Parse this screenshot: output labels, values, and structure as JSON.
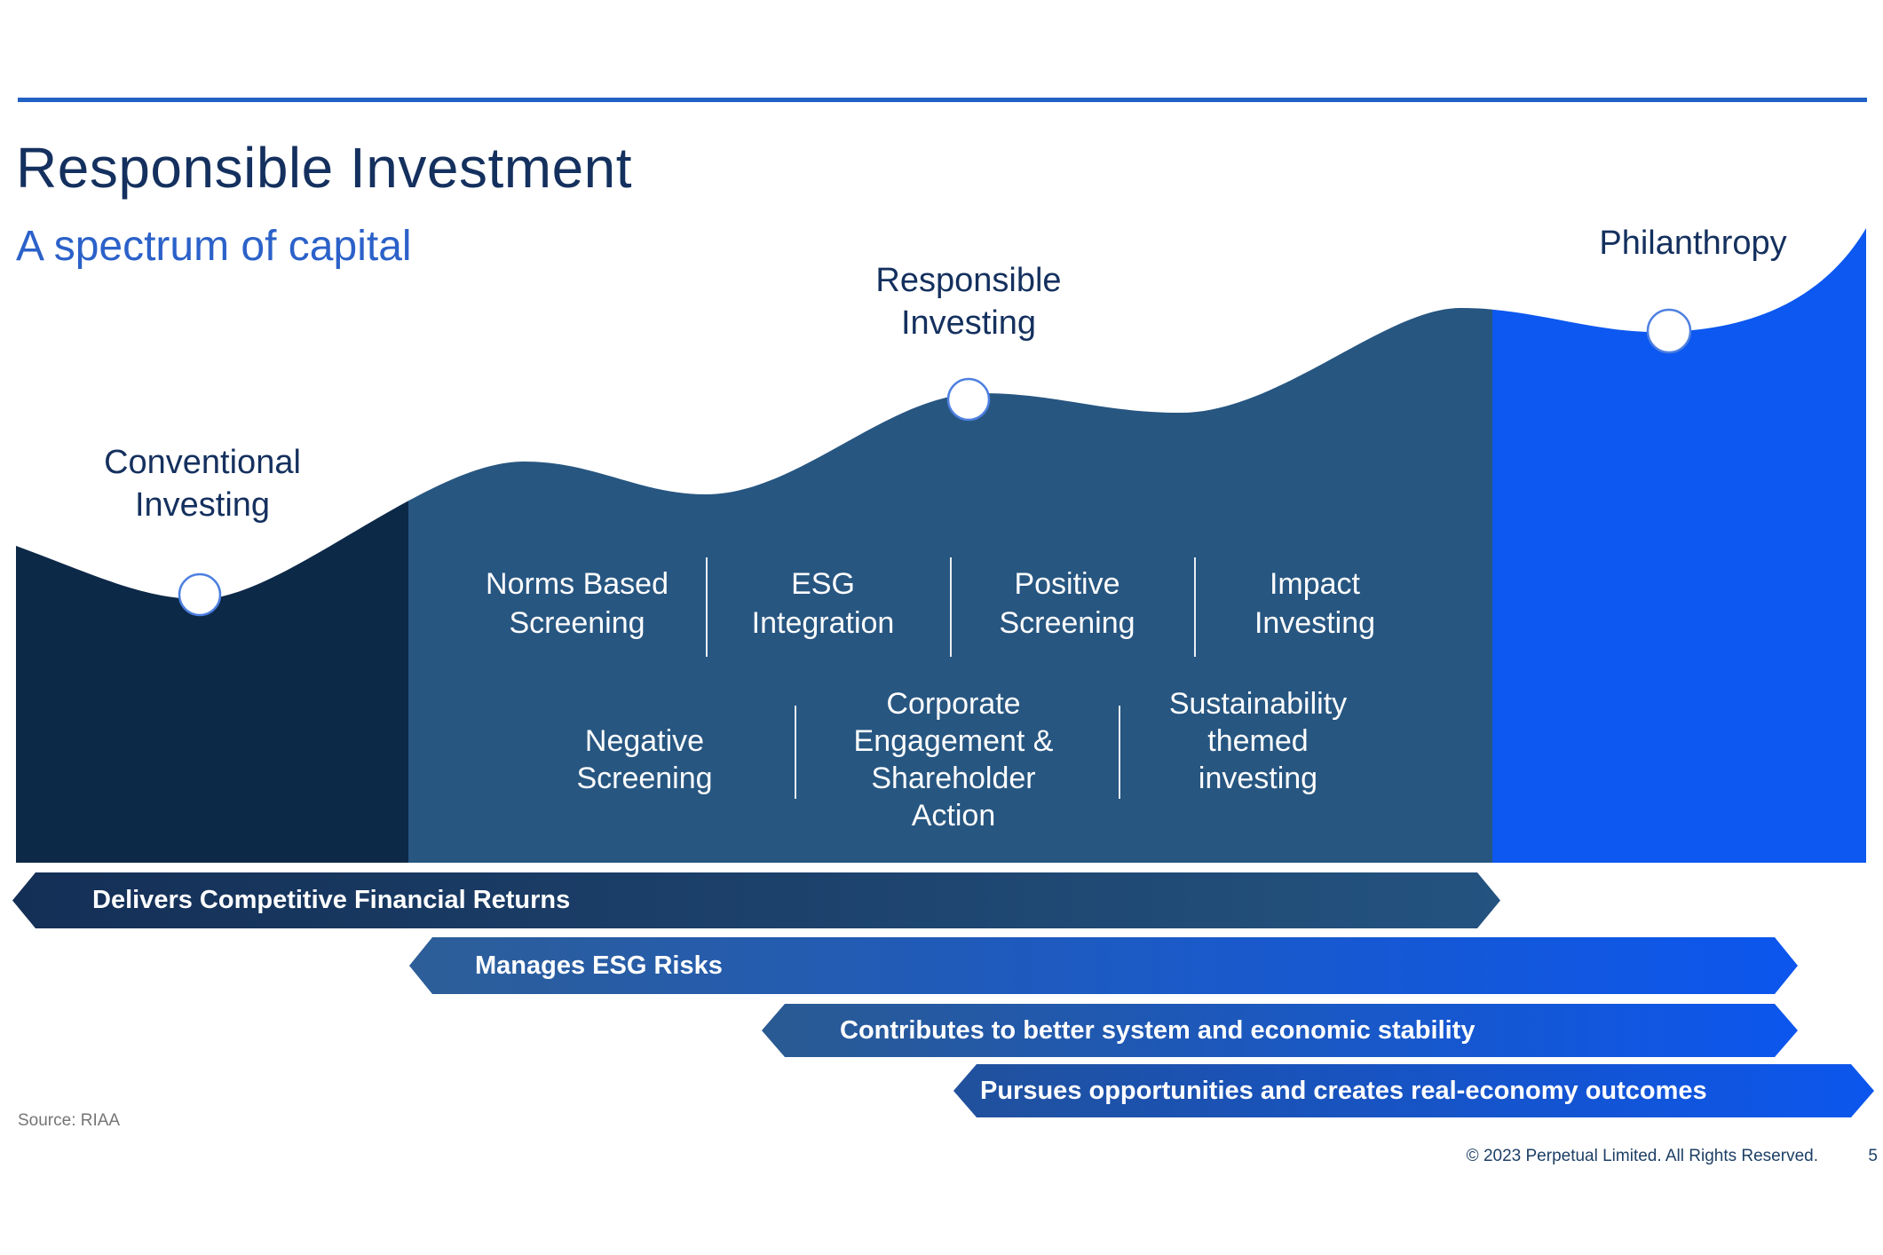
{
  "slide": {
    "title": "Responsible Investment",
    "subtitle": "A spectrum of capital",
    "sections": {
      "conventional": "Conventional Investing",
      "responsible": "Responsible Investing",
      "philanthropy": "Philanthropy"
    },
    "categories_row1": [
      "Norms Based Screening",
      "ESG Integration",
      "Positive Screening",
      "Impact Investing"
    ],
    "categories_row2": [
      "Negative Screening",
      "Corporate Engagement & Shareholder Action",
      "Sustainability themed investing"
    ],
    "banners": [
      "Delivers Competitive Financial Returns",
      "Manages ESG Risks",
      "Contributes to better system and economic stability",
      "Pursues opportunities and creates real-economy outcomes"
    ],
    "source": "Source: RIAA",
    "copyright": "© 2023 Perpetual Limited. All Rights Reserved.",
    "page_number": "5",
    "colors": {
      "dark_navy_segment": "#0d2948",
      "medium_blue_segment": "#275681",
      "bright_blue_segment": "#0c58f0",
      "title_navy": "#14305e",
      "subtitle_blue": "#2b61c9",
      "top_line_blue": "#2160c4",
      "banner1_gradient": [
        "#142f56",
        "#245380"
      ],
      "banner_gradient": [
        "#2d5e98",
        "#0c56ee"
      ],
      "circle_marker_stroke": "#4d7fe0",
      "footer_navy": "#1d3f66",
      "source_gray": "#757575"
    }
  }
}
